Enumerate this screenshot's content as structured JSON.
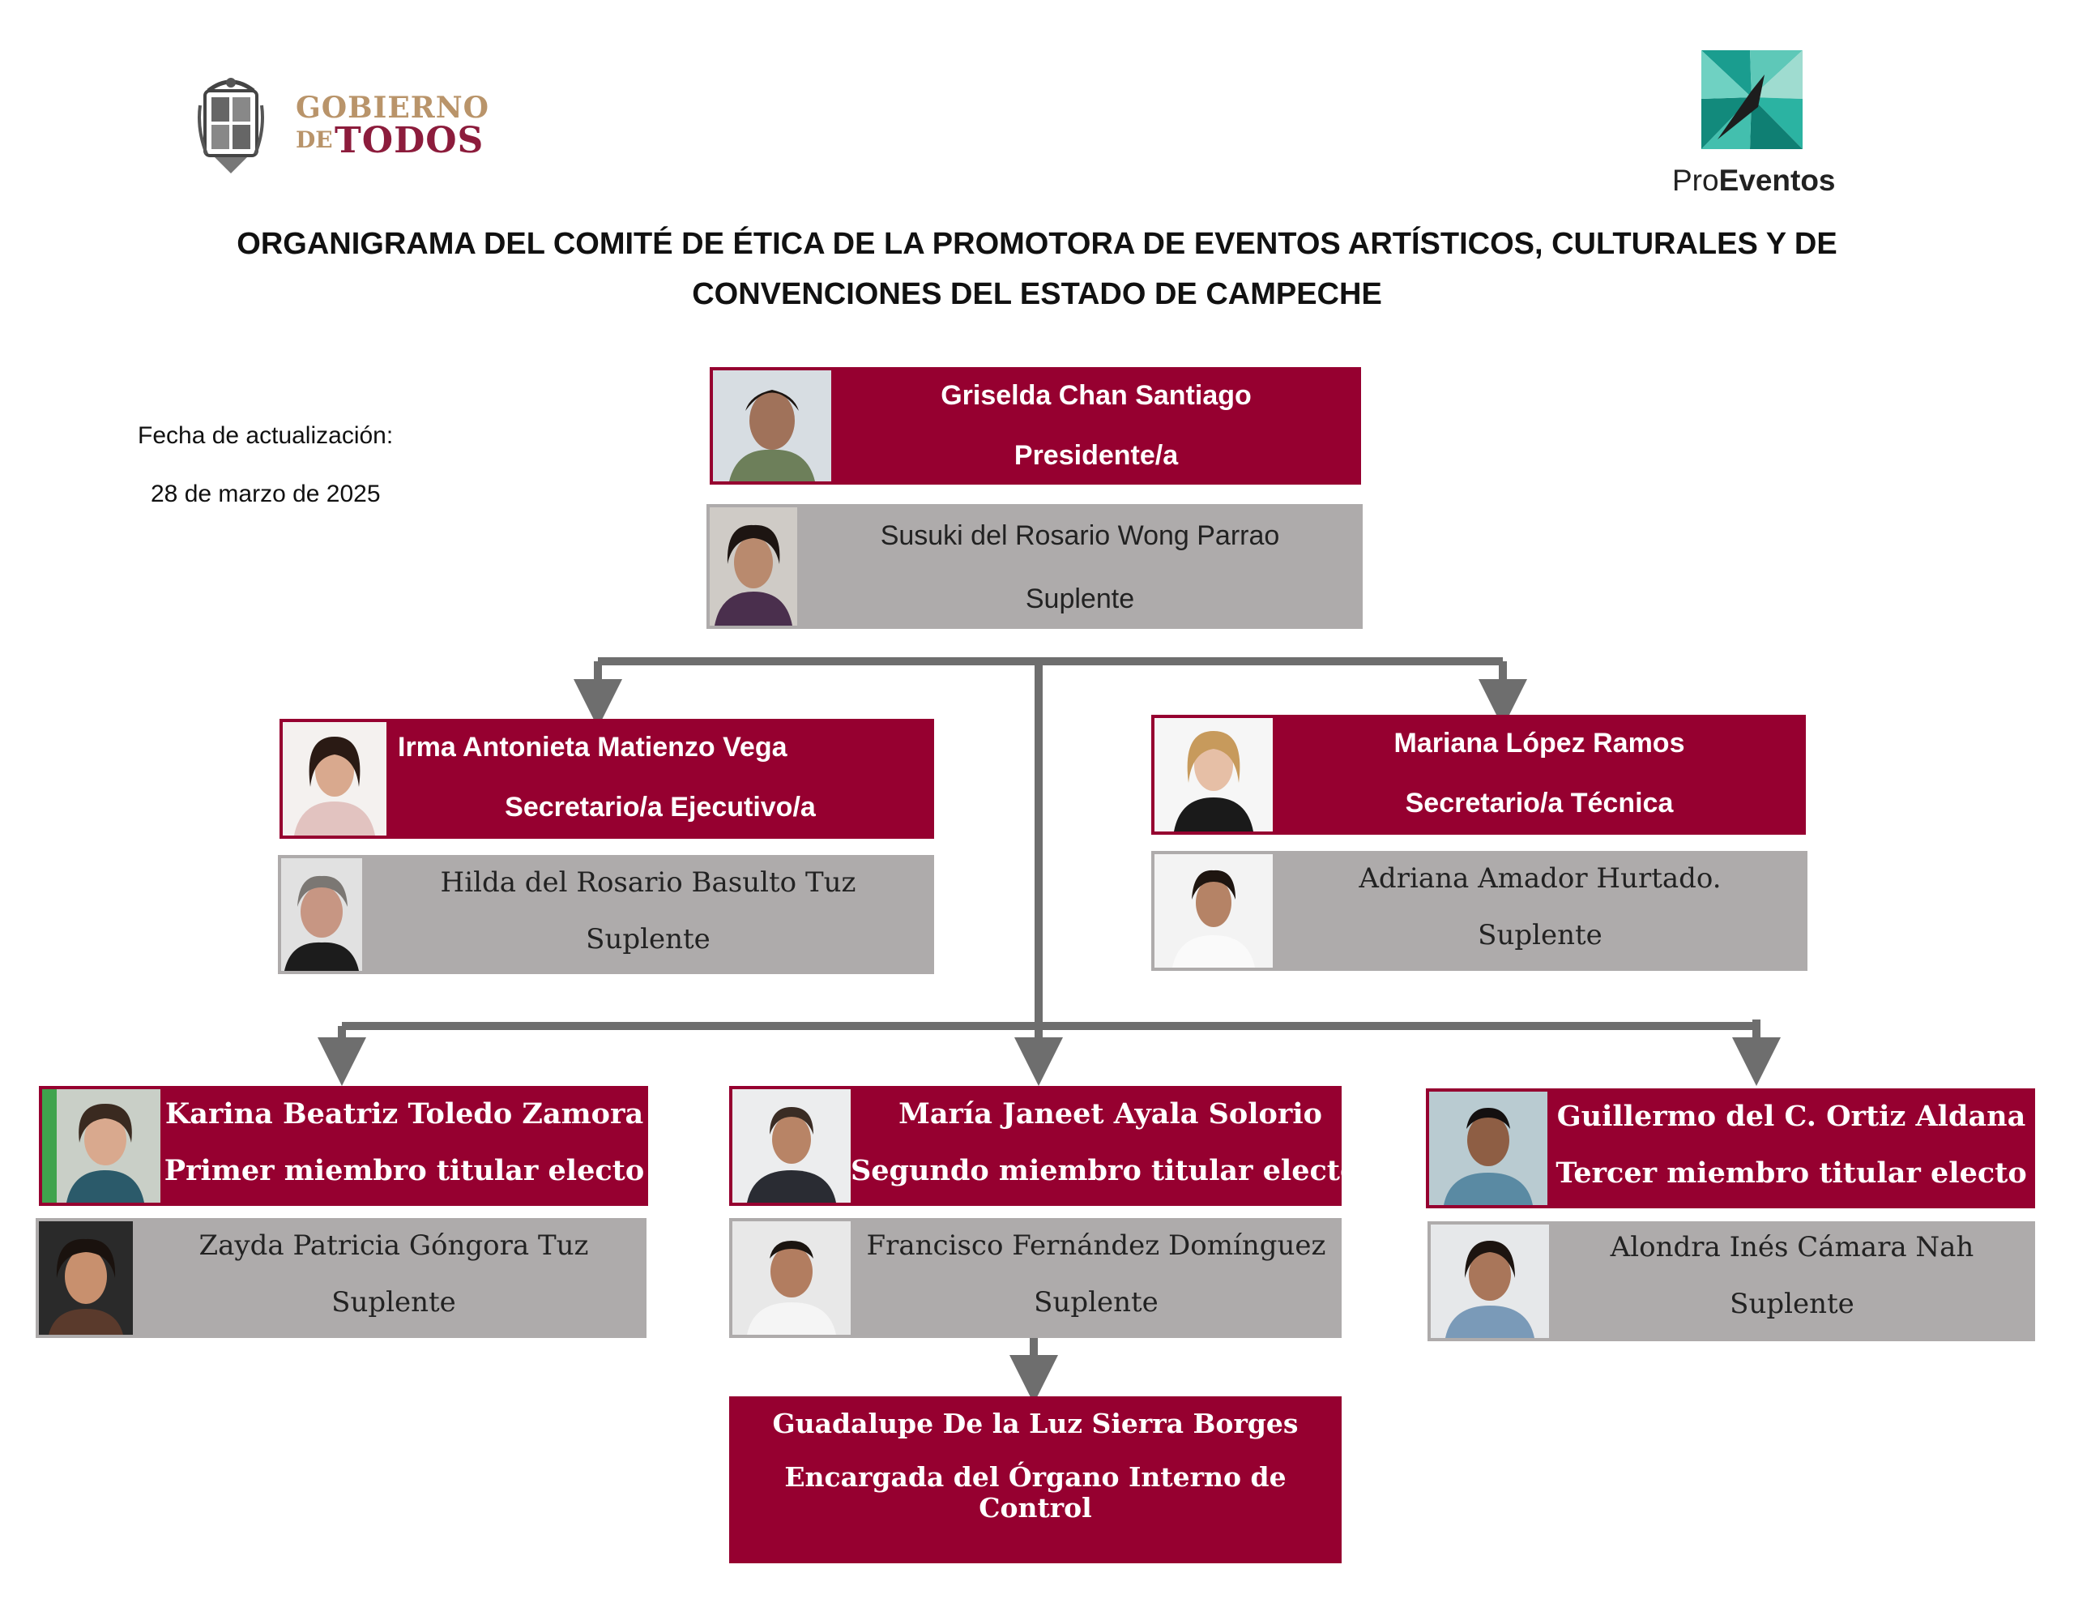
{
  "header": {
    "gov_logo": {
      "line1": "GOBIERNO",
      "line_de": "DE",
      "line2": "TODOS"
    },
    "pro_logo": {
      "part1": "Pro",
      "part2": "Eventos"
    },
    "title_line1": "ORGANIGRAMA DEL COMITÉ DE ÉTICA DE LA PROMOTORA DE EVENTOS ARTÍSTICOS, CULTURALES Y DE",
    "title_line2": "CONVENCIONES DEL ESTADO DE CAMPECHE"
  },
  "update": {
    "label": "Fecha de actualización:",
    "date": "28 de marzo de 2025"
  },
  "colors": {
    "titular_box": "#960030",
    "suplente_box": "#aeabab",
    "connector": "#6e6e6e"
  },
  "nodes": {
    "presidente": {
      "name": "Griselda Chan Santiago",
      "role": "Presidente/a",
      "photo_icon": "person-photo"
    },
    "presidente_suplente": {
      "name": "Susuki del Rosario Wong Parrao",
      "role": "Suplente",
      "photo_icon": "person-photo"
    },
    "secretario_ejecutivo": {
      "name": "Irma Antonieta Matienzo Vega",
      "role": "Secretario/a Ejecutivo/a",
      "photo_icon": "person-photo"
    },
    "secretario_ejecutivo_suplente": {
      "name": "Hilda del Rosario Basulto Tuz",
      "role": "Suplente",
      "photo_icon": "person-photo"
    },
    "secretario_tecnico": {
      "name": "Mariana López Ramos",
      "role": "Secretario/a Técnica",
      "photo_icon": "person-photo"
    },
    "secretario_tecnico_suplente": {
      "name": "Adriana Amador Hurtado.",
      "role": "Suplente",
      "photo_icon": "person-photo"
    },
    "miembro1": {
      "name": "Karina Beatriz Toledo Zamora",
      "role": "Primer miembro titular electo",
      "photo_icon": "person-photo"
    },
    "miembro1_suplente": {
      "name": "Zayda Patricia Góngora Tuz",
      "role": "Suplente",
      "photo_icon": "person-photo"
    },
    "miembro2": {
      "name": "María Janeet Ayala Solorio",
      "role": "Segundo miembro titular electo",
      "photo_icon": "person-photo"
    },
    "miembro2_suplente": {
      "name": "Francisco Fernández Domínguez",
      "role": "Suplente",
      "photo_icon": "person-photo"
    },
    "miembro3": {
      "name": "Guillermo del C. Ortiz Aldana",
      "role": "Tercer miembro titular electo",
      "photo_icon": "person-photo"
    },
    "miembro3_suplente": {
      "name": "Alondra Inés Cámara Nah",
      "role": "Suplente",
      "photo_icon": "person-photo"
    },
    "oic": {
      "name": "Guadalupe De la Luz Sierra Borges",
      "role_line1": "Encargada del  Órgano Interno de",
      "role_line2": "Control"
    }
  }
}
